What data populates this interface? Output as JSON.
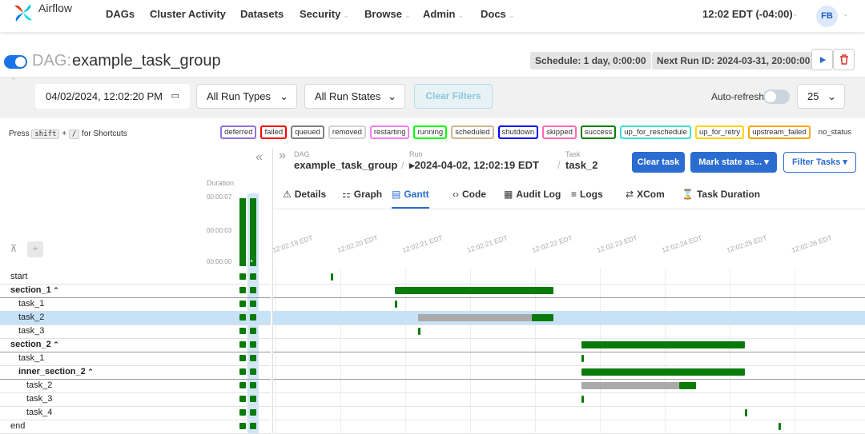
{
  "nav": {
    "brand": "Airflow",
    "items": [
      {
        "label": "DAGs",
        "caret": false
      },
      {
        "label": "Cluster Activity",
        "caret": false
      },
      {
        "label": "Datasets",
        "caret": false
      },
      {
        "label": "Security",
        "caret": true
      },
      {
        "label": "Browse",
        "caret": true
      },
      {
        "label": "Admin",
        "caret": true
      },
      {
        "label": "Docs",
        "caret": true
      }
    ],
    "clock": "12:02 EDT (-04:00)",
    "user_initials": "FB"
  },
  "dag": {
    "prefix": "DAG:",
    "id": "example_task_group",
    "schedule": "Schedule: 1 day, 0:00:00",
    "next_run": "Next Run ID: 2024-03-31, 20:00:00",
    "play_icon": "play-icon",
    "delete_icon": "trash-icon"
  },
  "filters": {
    "date": "04/02/2024, 12:02:20 PM",
    "run_types": "All Run Types",
    "run_states": "All Run States",
    "clear": "Clear Filters",
    "auto_refresh": "Auto-refresh",
    "page_size": "25"
  },
  "shortcuts": {
    "press": "Press",
    "key1": "shift",
    "plus": "+",
    "key2": "/",
    "suffix": "for Shortcuts"
  },
  "legend": [
    {
      "label": "deferred",
      "color": "#9370db"
    },
    {
      "label": "failed",
      "color": "#ff0000"
    },
    {
      "label": "queued",
      "color": "#808080"
    },
    {
      "label": "removed",
      "color": "#d3d3d3"
    },
    {
      "label": "restarting",
      "color": "#ee82ee"
    },
    {
      "label": "running",
      "color": "#00ff00"
    },
    {
      "label": "scheduled",
      "color": "#d2b48c"
    },
    {
      "label": "shutdown",
      "color": "#0000ff"
    },
    {
      "label": "skipped",
      "color": "#ff69b4"
    },
    {
      "label": "success",
      "color": "#008000"
    },
    {
      "label": "up_for_reschedule",
      "color": "#40e0d0"
    },
    {
      "label": "up_for_retry",
      "color": "#ffd700"
    },
    {
      "label": "upstream_failed",
      "color": "#ffa500"
    },
    {
      "label": "no_status",
      "color": "transparent"
    }
  ],
  "grid": {
    "duration_label": "Duration",
    "ticks": [
      "00:00:07",
      "00:00:03",
      "00:00:00"
    ],
    "run_durations_sec": [
      7.0,
      7.0
    ],
    "rows": [
      {
        "label": "start",
        "level": 0,
        "group": false
      },
      {
        "label": "section_1",
        "level": 0,
        "group": true
      },
      {
        "label": "task_1",
        "level": 1,
        "group": false
      },
      {
        "label": "task_2",
        "level": 1,
        "group": false,
        "selected": true
      },
      {
        "label": "task_3",
        "level": 1,
        "group": false
      },
      {
        "label": "section_2",
        "level": 0,
        "group": true
      },
      {
        "label": "task_1",
        "level": 1,
        "group": false
      },
      {
        "label": "inner_section_2",
        "level": 1,
        "group": true
      },
      {
        "label": "task_2",
        "level": 2,
        "group": false
      },
      {
        "label": "task_3",
        "level": 2,
        "group": false
      },
      {
        "label": "task_4",
        "level": 2,
        "group": false
      },
      {
        "label": "end",
        "level": 0,
        "group": false
      }
    ]
  },
  "detail": {
    "crumb_dag_label": "DAG",
    "crumb_dag": "example_task_group",
    "crumb_run_label": "Run",
    "crumb_run": "▸2024-04-02, 12:02:19 EDT",
    "crumb_task_label": "Task",
    "crumb_task": "task_2",
    "clear_task": "Clear task",
    "mark_state": "Mark state as... ▾",
    "filter_tasks": "Filter Tasks ▾",
    "tabs": [
      {
        "label": "Details",
        "icon": "⚠",
        "active": false
      },
      {
        "label": "Graph",
        "icon": "⚏",
        "active": false
      },
      {
        "label": "Gantt",
        "icon": "▤",
        "active": true
      },
      {
        "label": "Code",
        "icon": "‹›",
        "active": false
      },
      {
        "label": "Audit Log",
        "icon": "▦",
        "active": false
      },
      {
        "label": "Logs",
        "icon": "≡",
        "active": false
      },
      {
        "label": "XCom",
        "icon": "⇄",
        "active": false
      },
      {
        "label": "Task Duration",
        "icon": "⌛",
        "active": false
      }
    ]
  },
  "gantt": {
    "ticks": [
      "12:02:19 EDT",
      "12:02:20 EDT",
      "12:02:21 EDT",
      "12:02:21 EDT",
      "12:02:22 EDT",
      "12:02:23 EDT",
      "12:02:24 EDT",
      "12:02:25 EDT",
      "12:02:26 EDT"
    ],
    "success_color": "#0a7b0a",
    "queued_color": "#aaaaaa",
    "bars": [
      {
        "row": 0,
        "segments": [
          {
            "start": 0.85,
            "end": 0.88,
            "state": "success"
          }
        ]
      },
      {
        "row": 1,
        "segments": [
          {
            "start": 1.84,
            "end": 4.28,
            "state": "success"
          }
        ]
      },
      {
        "row": 2,
        "segments": [
          {
            "start": 1.84,
            "end": 1.87,
            "state": "success"
          }
        ]
      },
      {
        "row": 3,
        "segments": [
          {
            "start": 2.2,
            "end": 3.95,
            "state": "queued"
          },
          {
            "start": 3.95,
            "end": 4.28,
            "state": "success"
          }
        ]
      },
      {
        "row": 4,
        "segments": [
          {
            "start": 2.2,
            "end": 2.23,
            "state": "success"
          }
        ]
      },
      {
        "row": 5,
        "segments": [
          {
            "start": 4.72,
            "end": 7.24,
            "state": "success"
          }
        ]
      },
      {
        "row": 6,
        "segments": [
          {
            "start": 4.72,
            "end": 4.75,
            "state": "success"
          }
        ]
      },
      {
        "row": 7,
        "segments": [
          {
            "start": 4.72,
            "end": 7.24,
            "state": "success"
          }
        ]
      },
      {
        "row": 8,
        "segments": [
          {
            "start": 4.72,
            "end": 6.22,
            "state": "queued"
          },
          {
            "start": 6.22,
            "end": 6.48,
            "state": "success"
          }
        ]
      },
      {
        "row": 9,
        "segments": [
          {
            "start": 4.72,
            "end": 4.75,
            "state": "success"
          }
        ]
      },
      {
        "row": 10,
        "segments": [
          {
            "start": 7.24,
            "end": 7.27,
            "state": "success"
          }
        ]
      },
      {
        "row": 11,
        "segments": [
          {
            "start": 7.75,
            "end": 7.78,
            "state": "success"
          }
        ]
      }
    ]
  }
}
